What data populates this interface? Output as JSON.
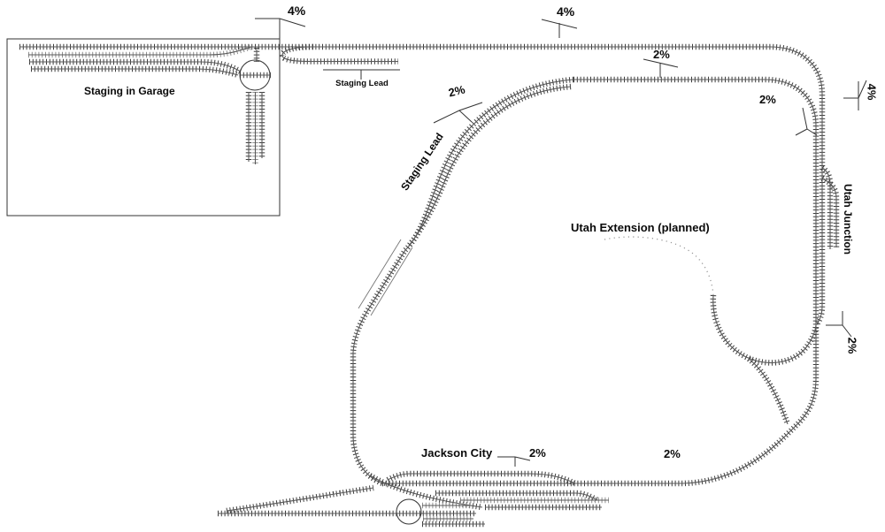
{
  "diagram": {
    "kind": "model railroad track plan",
    "background_color": "#ffffff",
    "track_color": "#3d3d3d",
    "planned_track_color": "#999999",
    "areas": {
      "staging_garage": "Staging in Garage",
      "jackson_city": "Jackson City",
      "utah_junction": "Utah Junction",
      "utah_extension": "Utah Extension (planned)"
    },
    "leads": {
      "staging_lead_stub": "Staging Lead",
      "staging_lead_main": "Staging Lead"
    },
    "grades": {
      "top_left": "4%",
      "top_center": "4%",
      "staging_lead": "2%",
      "upper_right_inner": "2%",
      "right_edge": "4%",
      "right_curve": "2%",
      "mid_right": "2%",
      "jackson": "2%",
      "bottom_center": "2%"
    }
  }
}
